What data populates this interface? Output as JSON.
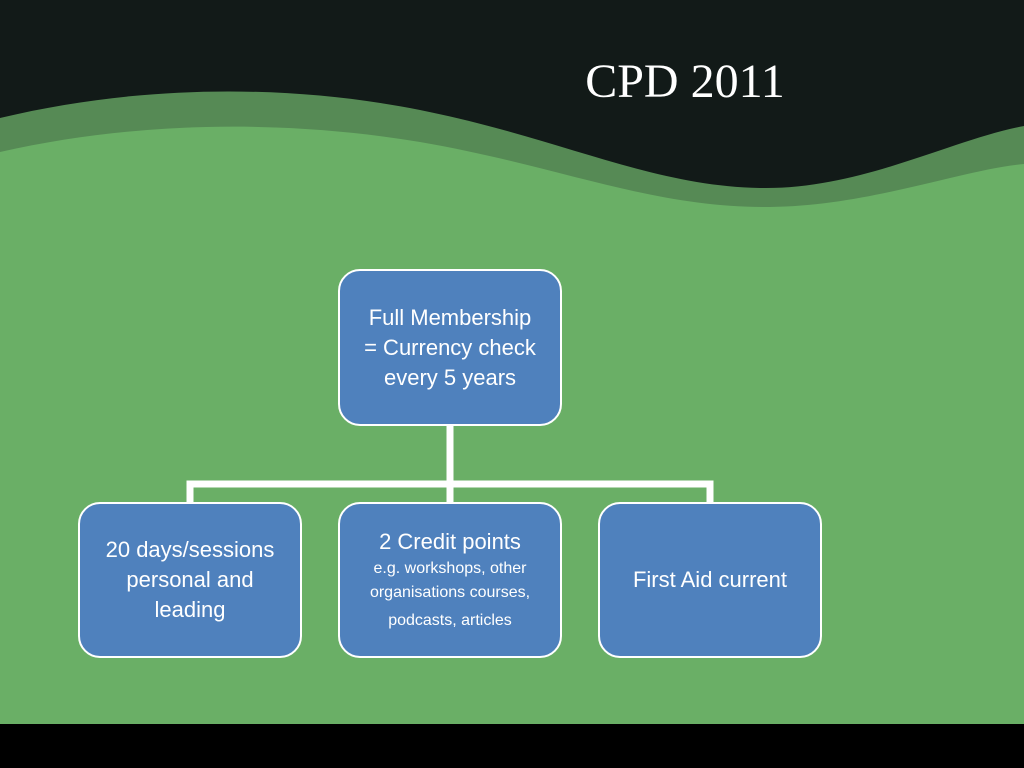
{
  "slide": {
    "title": "CPD 2011"
  },
  "colors": {
    "top_band": "#121a18",
    "wave_dark_green": "#568a55",
    "background_green": "#6aaf66",
    "node_fill": "#4f81bd",
    "node_border": "#ffffff",
    "connector": "#ffffff",
    "bottom_bar": "#000000"
  },
  "diagram": {
    "root": {
      "lines": [
        "Full Membership",
        "= Currency check",
        "every 5 years"
      ]
    },
    "children": [
      {
        "lines": [
          "20 days/sessions",
          "personal and",
          "leading"
        ]
      },
      {
        "heading": "2 Credit points",
        "details": [
          "e.g. workshops, other",
          "organisations courses,",
          "podcasts, articles"
        ]
      },
      {
        "lines": [
          "First Aid current"
        ]
      }
    ]
  }
}
